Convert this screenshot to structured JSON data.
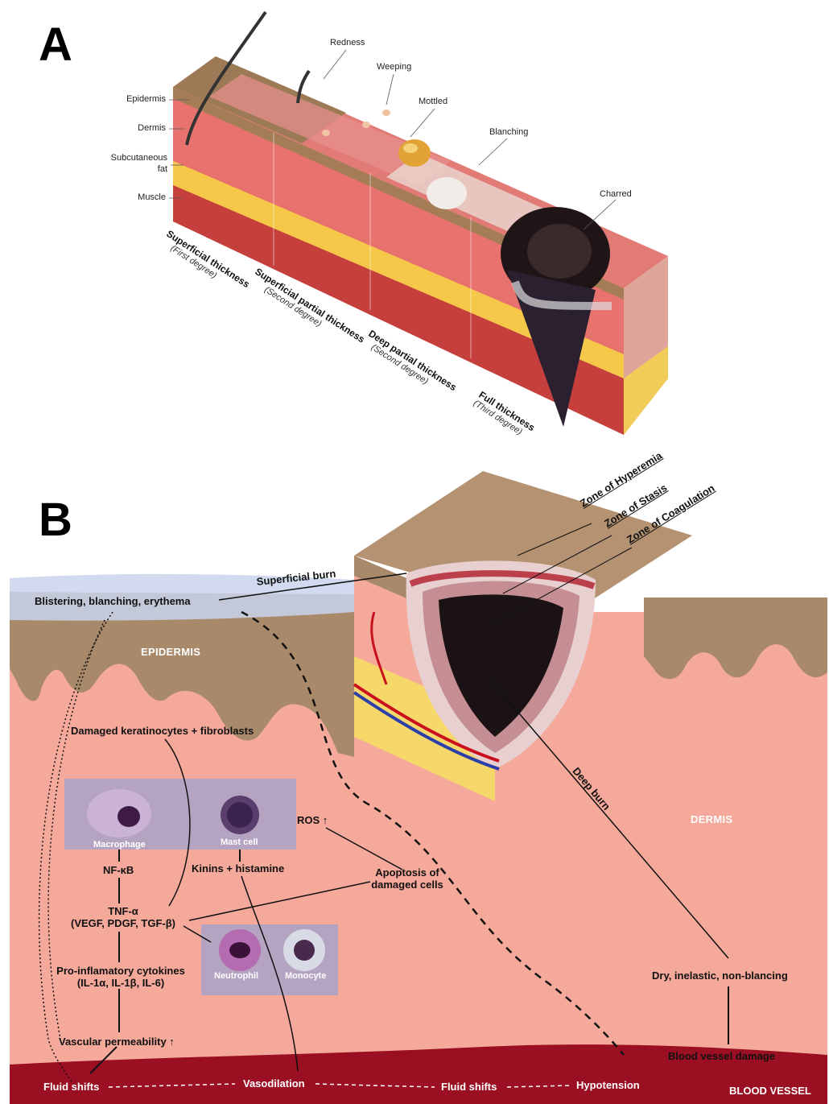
{
  "panel_a": {
    "letter": "A",
    "layers": {
      "epidermis": "Epidermis",
      "dermis": "Dermis",
      "subcutaneous_1": "Subcutaneous",
      "subcutaneous_2": "fat",
      "muscle": "Muscle"
    },
    "signs": {
      "redness": "Redness",
      "weeping": "Weeping",
      "mottled": "Mottled",
      "blanching": "Blanching",
      "charred": "Charred"
    },
    "depths": [
      {
        "name": "Superficial thickness",
        "degree": "(First degree)"
      },
      {
        "name": "Superficial partial thickness",
        "degree": "(Second degree)"
      },
      {
        "name": "Deep partial thickness",
        "degree": "(Second degree)"
      },
      {
        "name": "Full thickness",
        "degree": "(Third degree)"
      }
    ]
  },
  "panel_b": {
    "letter": "B",
    "zones": {
      "hyperemia": "Zone of Hyperemia",
      "stasis": "Zone of Stasis",
      "coagulation": "Zone of Coagulation"
    },
    "superficial_burn": "Superficial burn",
    "deep_burn": "Deep burn",
    "blistering": "Blistering, blanching, erythema",
    "epidermis": "EPIDERMIS",
    "dermis": "DERMIS",
    "blood_vessel": "BLOOD VESSEL",
    "damaged": "Damaged keratinocytes + fibroblasts",
    "macrophage": "Macrophage",
    "mast_cell": "Mast cell",
    "ros": "ROS ↑",
    "nfkb": "NF-κB",
    "kinins": "Kinins + histamine",
    "apoptosis_1": "Apoptosis of",
    "apoptosis_2": "damaged cells",
    "tnf_1": "TNF-α",
    "tnf_2": "(VEGF, PDGF, TGF-β)",
    "neutrophil": "Neutrophil",
    "monocyte": "Monocyte",
    "cytokines_1": "Pro-inflamatory cytokines",
    "cytokines_2": "(IL-1α, IL-1β, IL-6)",
    "dry": "Dry, inelastic, non-blancing",
    "vessel_damage": "Blood vessel damage",
    "vascular_perm": "Vascular permeability ↑",
    "fluid_shifts_1": "Fluid shifts",
    "vasodilation": "Vasodilation",
    "fluid_shifts_2": "Fluid shifts",
    "hypotension": "Hypotension"
  },
  "colors": {
    "skin_brown": "#a88a6a",
    "dermis_pink": "#f4a99a",
    "fat_yellow": "#f6d76a",
    "blood_red": "#9b0f22",
    "cell_box": "#a9a3c8",
    "char": "#1a1214"
  }
}
